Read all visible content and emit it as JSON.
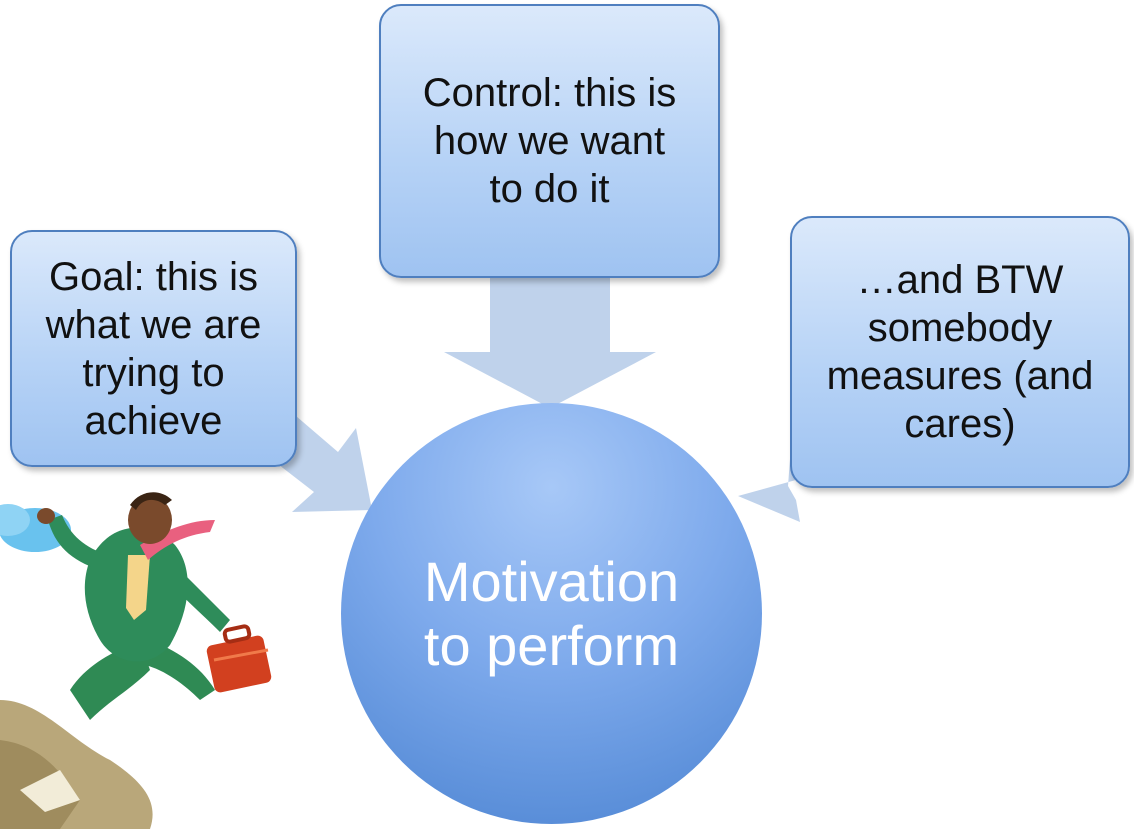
{
  "diagram": {
    "top_box": {
      "text": "Control: this is\nhow we want\nto do it"
    },
    "left_box": {
      "text": "Goal: this is\nwhat we are\ntrying to\nachieve"
    },
    "right_box": {
      "text": "…and BTW\nsomebody\nmeasures (and\ncares)"
    },
    "center": {
      "text": "Motivation\nto perform"
    },
    "colors": {
      "box_fill": "#b7d3f6",
      "box_border": "#4f7fbf",
      "arrow": "#b8cde9",
      "circle": "#6f9fe4",
      "circle_text": "#ffffff"
    }
  },
  "illustration": {
    "name": "businessman-with-briefcase-illustration"
  }
}
